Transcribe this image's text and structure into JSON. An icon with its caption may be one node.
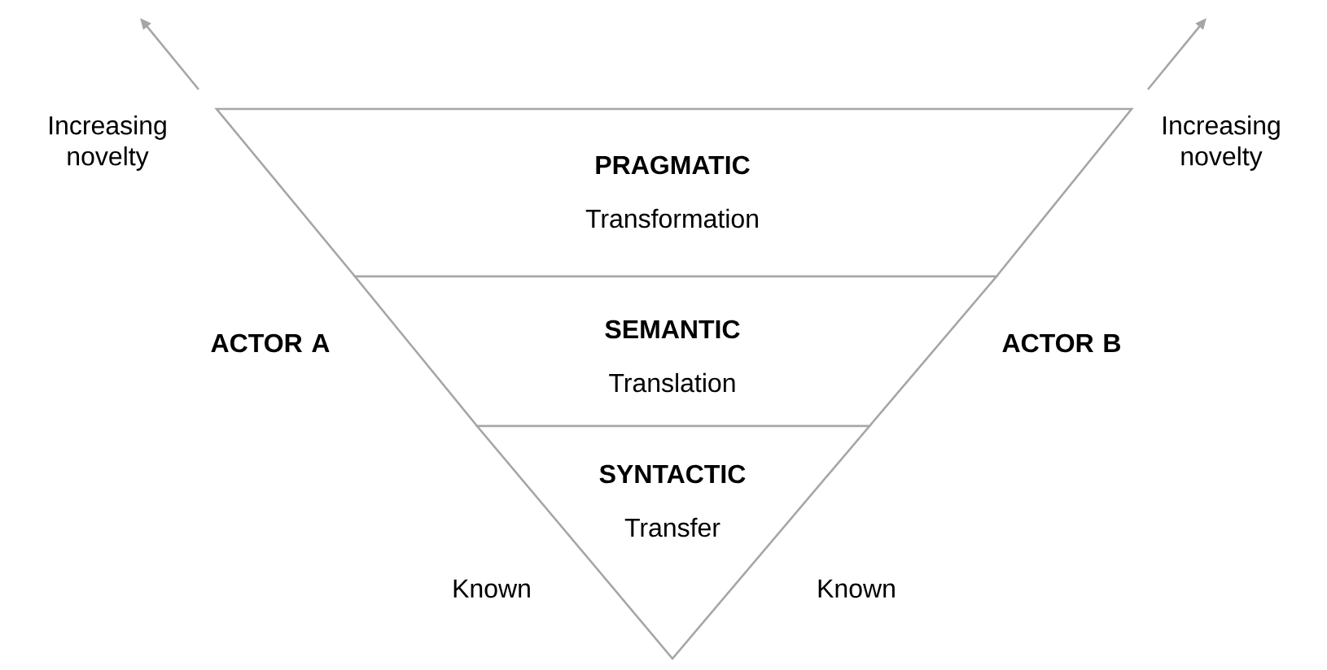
{
  "diagram": {
    "nodes": [
      {
        "text": [
          "PRAGMATIC",
          "Transformation"
        ]
      },
      {
        "text": [
          "SEMANTIC",
          "Translation"
        ]
      },
      {
        "text": [
          "SYNTACTIC",
          "Transfer"
        ]
      }
    ],
    "labels": [
      "Increasing novelty",
      "Increasing novelty",
      "ACTOR A",
      "ACTOR B",
      "Known",
      "Known"
    ]
  }
}
